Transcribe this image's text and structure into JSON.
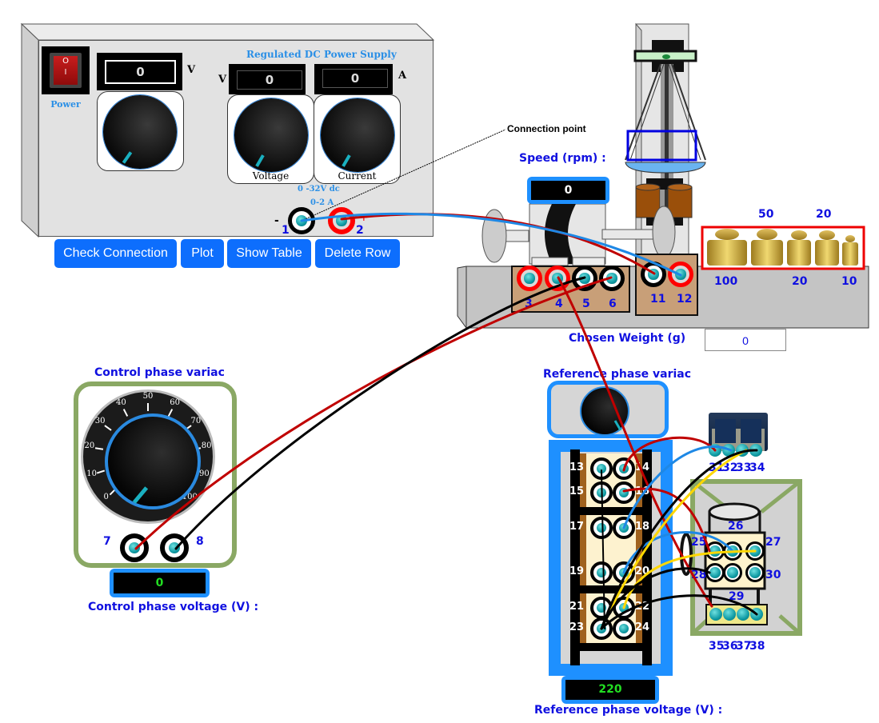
{
  "power_supply": {
    "title": "Regulated DC Power Supply",
    "power_label": "Power",
    "power_switch_on": "O",
    "power_switch_off": "I",
    "meter_main": {
      "value": "0",
      "unit": "V"
    },
    "meter_voltage": {
      "value": "0",
      "unit": "V"
    },
    "meter_current": {
      "value": "0",
      "unit": "A"
    },
    "knob_voltage_label": "Voltage",
    "knob_current_label": "Current",
    "range_voltage": "0 -32V dc",
    "range_current": "0-2 A",
    "terminal_neg_sign": "-",
    "terminal_pos_sign": "+",
    "terminal_neg_number": "1",
    "terminal_pos_number": "2"
  },
  "annotation": {
    "connection_point": "Connection point"
  },
  "toolbar": {
    "check_connection": "Check Connection",
    "plot": "Plot",
    "show_table": "Show Table",
    "delete_row": "Delete Row",
    "button_color": "#0d6efd"
  },
  "motor": {
    "speed_label": "Speed (rpm) :",
    "speed_value": "0",
    "terminals_left": [
      "3",
      "4",
      "5",
      "6"
    ],
    "terminals_right": [
      "11",
      "12"
    ]
  },
  "weights": {
    "top_labels": [
      "50",
      "20"
    ],
    "bottom_labels": [
      "100",
      "20",
      "10"
    ],
    "chosen_label": "Chosen Weight (g)",
    "chosen_value": "0"
  },
  "control_variac": {
    "title": "Control phase variac",
    "dial_scale": [
      "0",
      "10",
      "20",
      "30",
      "40",
      "50",
      "60",
      "70",
      "80",
      "90",
      "100"
    ],
    "terminals": [
      "7",
      "8"
    ],
    "voltage_value": "0",
    "voltage_label": "Control phase voltage (V) :"
  },
  "reference_variac": {
    "title": "Reference phase variac",
    "terminals_left": [
      "13",
      "15",
      "17",
      "19",
      "21",
      "23"
    ],
    "terminals_right": [
      "14",
      "16",
      "18",
      "20",
      "22",
      "24"
    ],
    "voltage_value": "220",
    "voltage_label": "Reference phase voltage (V) :"
  },
  "mcb": {
    "terminals": [
      "31",
      "32",
      "33",
      "34"
    ]
  },
  "transformer": {
    "top_label": "26",
    "row1": [
      "25",
      "27"
    ],
    "row2": [
      "28",
      "30"
    ],
    "bottom_label": "29",
    "strip_terminals": [
      "35",
      "36",
      "37",
      "38"
    ]
  },
  "colors": {
    "wire_red": "#c00000",
    "wire_blue": "#1e88e5",
    "wire_black": "#000000",
    "wire_yellow": "#ffd700",
    "label_blue": "#1010e0",
    "display_green": "#22dd22"
  }
}
